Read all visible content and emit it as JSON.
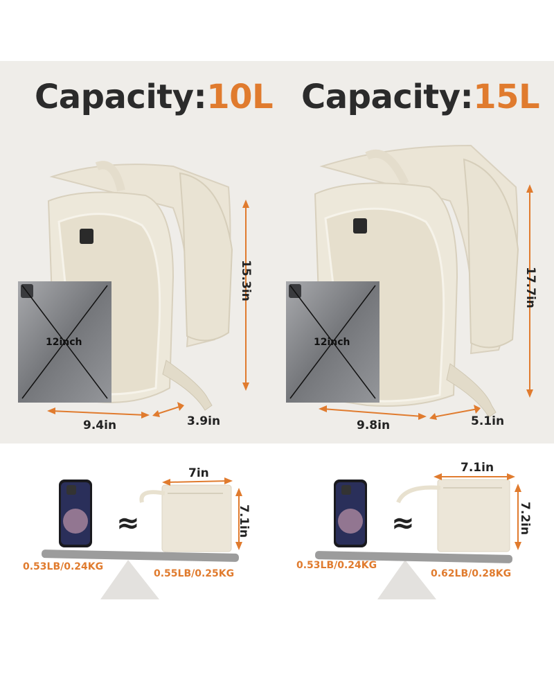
{
  "colors": {
    "accent": "#e07b2e",
    "text": "#2b2b2b",
    "panel_bg": "#efede9",
    "bag": "#ece6d8"
  },
  "left": {
    "title_prefix": "Capacity:",
    "title_capacity": "10L",
    "height": "15.3in",
    "width": "9.4in",
    "depth": "3.9in",
    "tablet_label": "12inch",
    "pouch_width": "7in",
    "pouch_height": "7.1in",
    "phone_weight": "0.53LB/0.24KG",
    "pouch_weight": "0.55LB/0.25KG",
    "approx": "≈"
  },
  "right": {
    "title_prefix": "Capacity:",
    "title_capacity": "15L",
    "height": "17.7in",
    "width": "9.8in",
    "depth": "5.1in",
    "tablet_label": "12inch",
    "pouch_width": "7.1in",
    "pouch_height": "7.2in",
    "phone_weight": "0.53LB/0.24KG",
    "pouch_weight": "0.62LB/0.28KG",
    "approx": "≈"
  }
}
